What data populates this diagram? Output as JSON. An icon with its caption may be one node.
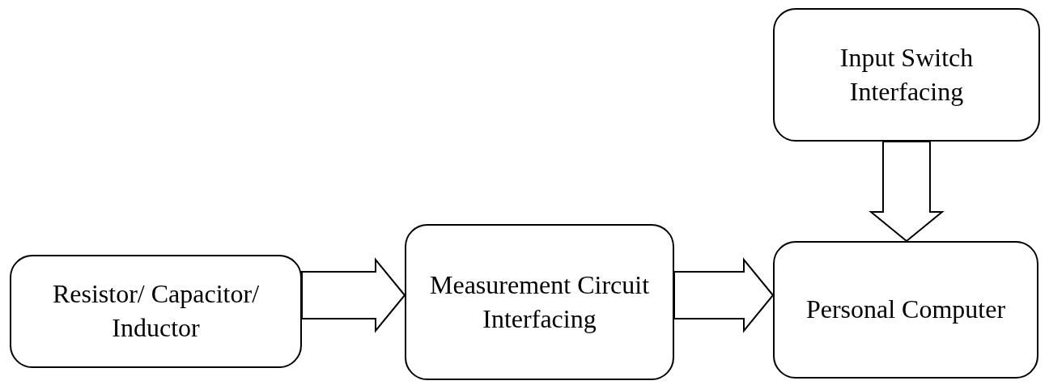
{
  "diagram": {
    "nodes": [
      {
        "text": [
          "Input Switch Interfacing"
        ]
      },
      {
        "text": [
          "Resistor/ Capacitor/ Inductor"
        ]
      },
      {
        "text": [
          "Measurement Circuit Interfacing"
        ]
      },
      {
        "text": [
          "Personal Computer"
        ]
      }
    ],
    "edges": [
      {
        "from": 1,
        "to": 2,
        "arrow": "to"
      },
      {
        "from": 2,
        "to": 3,
        "arrow": "to"
      },
      {
        "from": 0,
        "to": 3,
        "arrow": "to"
      }
    ]
  }
}
